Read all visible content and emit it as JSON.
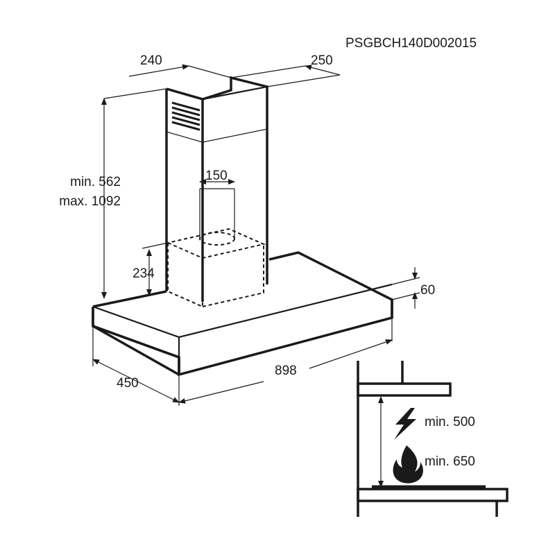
{
  "code": "PSGBCH140D002015",
  "dimensions": {
    "chimney_width": "240",
    "chimney_depth": "250",
    "chimney_height_min": "min. 562",
    "chimney_height_max": "max. 1092",
    "outlet_diameter": "150",
    "box_height": "234",
    "canopy_thickness": "60",
    "canopy_depth": "450",
    "canopy_width": "898"
  },
  "clearance": {
    "electric_label": "min. 500",
    "gas_label": "min. 650",
    "electric_icon": "lightning-icon",
    "gas_icon": "flame-icon"
  },
  "colors": {
    "line": "#1a1a1a",
    "background": "#ffffff"
  }
}
